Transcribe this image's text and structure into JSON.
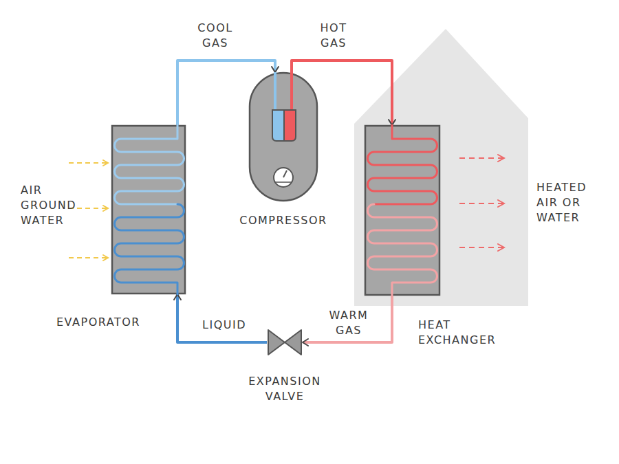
{
  "diagram": {
    "nodes": [
      {
        "text": [
          "EVAPORATOR"
        ]
      },
      {
        "text": [
          "COMPRESSOR"
        ]
      },
      {
        "text": [
          "HEAT EXCHANGER"
        ]
      },
      {
        "text": [
          "EXPANSION VALVE"
        ]
      }
    ],
    "edges": [
      {
        "from": 0,
        "to": 1,
        "arrow": "to",
        "label": "COOL GAS"
      },
      {
        "from": 1,
        "to": 2,
        "arrow": "to",
        "label": "HOT GAS"
      },
      {
        "from": 2,
        "to": 3,
        "arrow": "to",
        "label": "WARM GAS"
      },
      {
        "from": 3,
        "to": 0,
        "arrow": "to",
        "label": "LIQUID"
      }
    ],
    "labels": [
      "AIR GROUND WATER",
      "HEATED AIR OR WATER"
    ]
  }
}
